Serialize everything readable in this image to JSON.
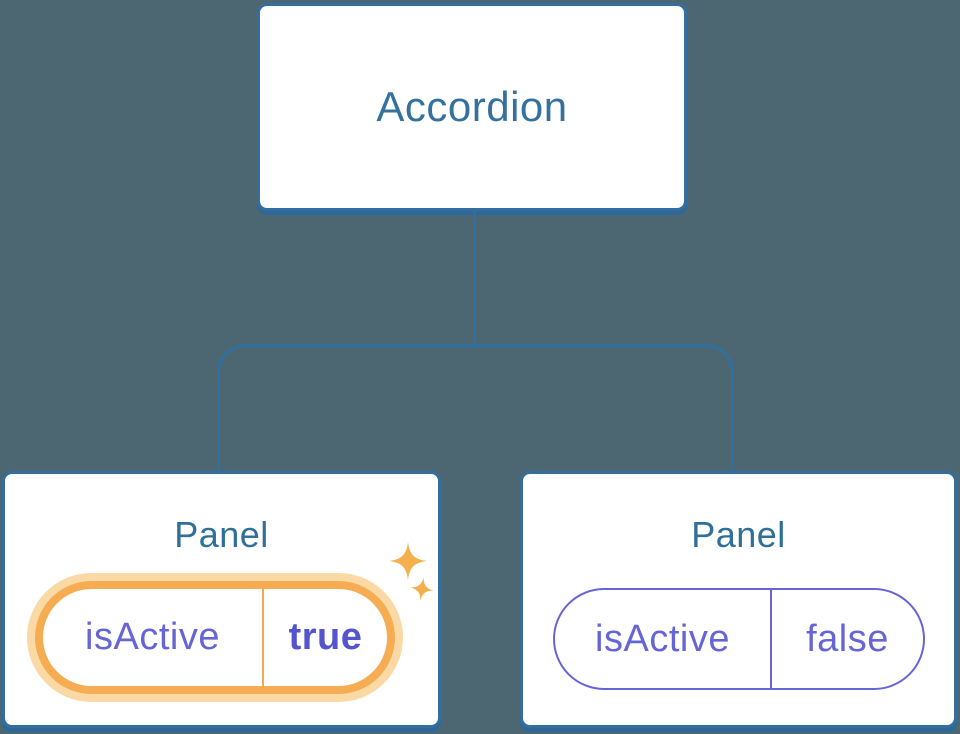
{
  "diagram": {
    "description": "Component tree diagram: an Accordion parent passing isActive prop to two Panel children; first Panel is highlighted as active",
    "root": {
      "label": "Accordion"
    },
    "children": [
      {
        "label": "Panel",
        "prop_name": "isActive",
        "prop_value": "true",
        "state": "active",
        "highlighted": true
      },
      {
        "label": "Panel",
        "prop_name": "isActive",
        "prop_value": "false",
        "state": "inactive",
        "highlighted": false
      }
    ]
  },
  "icons": {
    "sparkle_icon": "✦"
  },
  "colors": {
    "background": "#4C6772",
    "node_fill": "#FFFFFF",
    "node_border_blue": "#336E9E",
    "node_shadow_blue": "#2C689A",
    "node_title_blue": "#35719F",
    "panel_title_blue": "#2F6F9A",
    "connector_blue": "#2E719F",
    "prop_text_purple": "#6565D6",
    "prop_value_bold_purple": "#5454CE",
    "highlight_ring_orange": "#F5AC52",
    "highlight_halo_orange": "#FBD9A4",
    "sparkle_orange": "#F5B04E"
  }
}
